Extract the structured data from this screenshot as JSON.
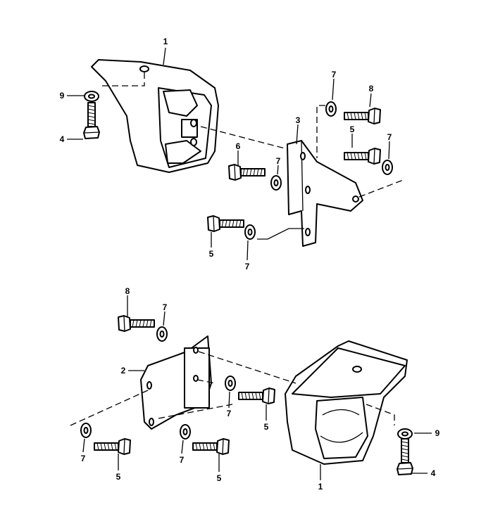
{
  "diagram": {
    "title": "Engine mount exploded parts diagram",
    "callouts": {
      "t1": "1",
      "t9": "9",
      "t4": "4",
      "t7a": "7",
      "t8": "8",
      "t3": "3",
      "t5a": "5",
      "t7b": "7",
      "t6": "6",
      "t7c": "7",
      "t5b": "5",
      "t7d": "7",
      "b8": "8",
      "b7a": "7",
      "b2": "2",
      "b7b": "7",
      "b5a": "5",
      "b7c": "7",
      "b5b": "5",
      "b7d": "7",
      "b5c": "5",
      "b9": "9",
      "b4": "4",
      "b1": "1"
    }
  }
}
